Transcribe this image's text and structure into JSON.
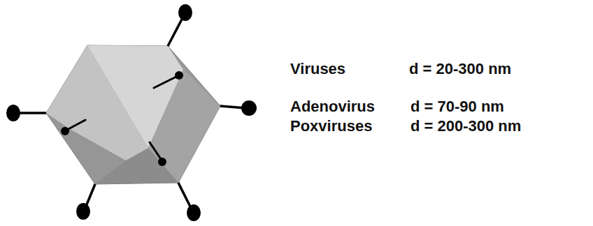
{
  "diagram": {
    "labels": [
      "Viruses",
      "d = 20-300 nm",
      "Adenovirus",
      "d = 70-90 nm",
      "Poxviruses",
      "d = 200-300 nm"
    ]
  }
}
